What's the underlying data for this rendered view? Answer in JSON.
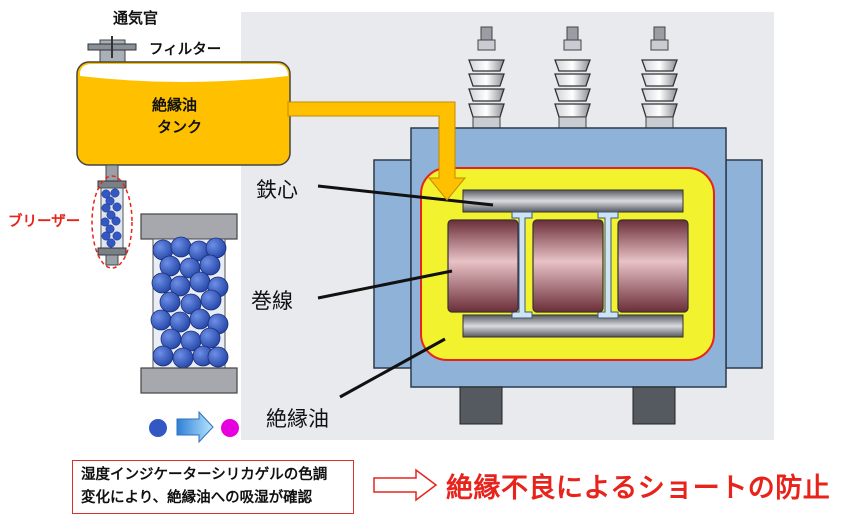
{
  "labels": {
    "vent_pipe": "通気官",
    "filter": "フィルター",
    "tank_line1": "絶縁油",
    "tank_line2": "タンク",
    "breather": "ブリーザー",
    "core": "鉄心",
    "winding": "巻線",
    "insulating_oil": "絶縁油"
  },
  "note": {
    "line1": "湿度インジケーターシリカゲルの色調",
    "line2": "変化により、絶縁油への吸湿が確認"
  },
  "headline": "絶縁不良によるショートの防止",
  "colors": {
    "oil_tank": "#ffc000",
    "silica_gel": "#3358c4",
    "silica_changed": "#e600e0",
    "panel_bg": "#e8eaee",
    "transformer_body": "#8fb2d9",
    "oil_zone": "#f2f22e",
    "core": "#a9abb0",
    "winding": "#b06870",
    "accent_red": "#e8231c"
  }
}
